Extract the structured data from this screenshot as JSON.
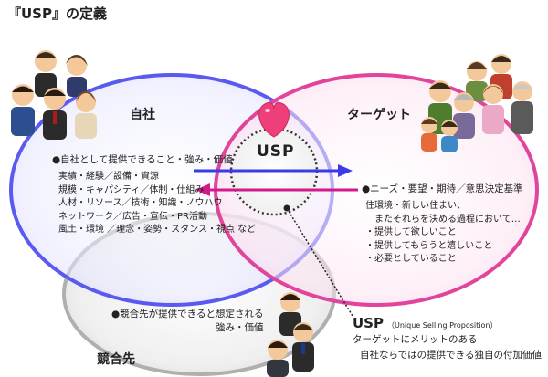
{
  "title": "『USP』の定義",
  "circles": {
    "company": {
      "label": "自社",
      "heading": "●自社として提供できること・強み・価値",
      "items": [
        "実績・経験／設備・資源",
        "規模・キャパシティ／体制・仕組み",
        "人材・リソース／技術・知識・ノウハウ",
        "ネットワーク／広告・宣伝・PR活動",
        "風土・環境 ／理念・姿勢・スタンス・視点 など"
      ]
    },
    "target": {
      "label": "ターゲット",
      "heading": "●ニーズ・要望・期待／意思決定基準",
      "items": [
        "住環境・新しい住まい、",
        "　またそれらを決める過程において…",
        "・提供して欲しいこと",
        "・提供してもらうと嬉しいこと",
        "・必要としていること"
      ]
    },
    "competitor": {
      "label": "競合先",
      "heading_lines": [
        "●競合先が提供できると想定される",
        "強み・価値"
      ]
    }
  },
  "usp": {
    "center_label": "USP",
    "note_title": "USP",
    "note_subtitle": "（Unique Selling Proposition）",
    "note_lines": [
      "ターゲットにメリットのある",
      "自社ならではの提供できる独自の付加価値"
    ]
  },
  "colors": {
    "company_ring": "#5a5af0",
    "company_fill": "#dcdcff",
    "target_ring": "#e0459b",
    "target_fill": "#fbd8ec",
    "competitor_ring": "#a9a9a9",
    "competitor_fill": "#e6e6e6",
    "arrow_blue": "#3a3ae8",
    "arrow_magenta": "#d21a8c",
    "heart": "#ee3f7a"
  },
  "icons": {
    "heart": "heart-icon",
    "people_company": "people-group-icon",
    "people_target": "family-group-icon",
    "people_competitor": "business-pair-icon"
  }
}
